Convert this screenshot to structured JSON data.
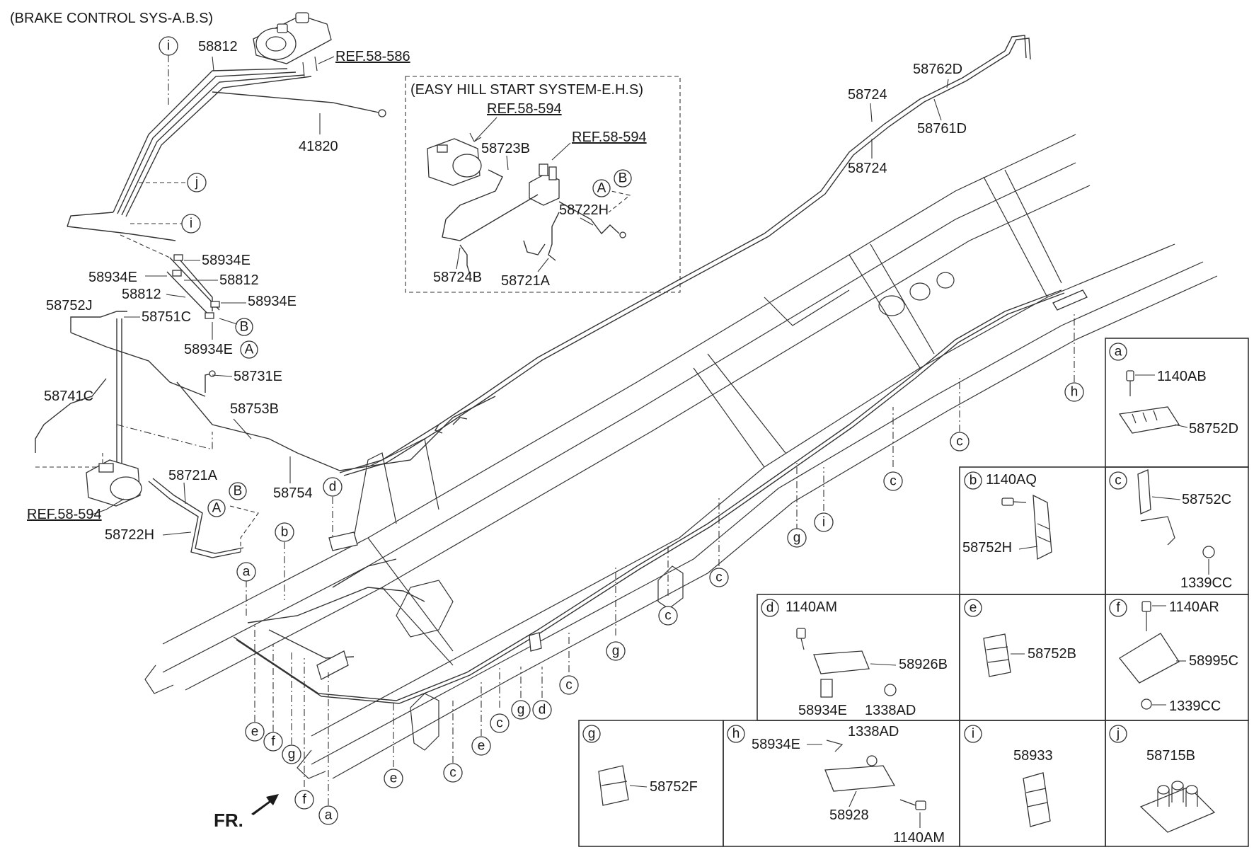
{
  "titles": {
    "abs": "(BRAKE CONTROL SYS-A.B.S)",
    "ehs": "(EASY HILL START SYSTEM-E.H.S)",
    "front": "FR."
  },
  "references": {
    "r58586": "REF.58-586",
    "r58594_a": "REF.58-594",
    "r58594_b": "REF.58-594",
    "r58594_c": "REF.58-594"
  },
  "parts": {
    "p58812_top": "58812",
    "p41820": "41820",
    "p58934E_1": "58934E",
    "p58934E_2": "58934E",
    "p58812_mid": "58812",
    "p58812_mid2": "58812",
    "p58934E_3": "58934E",
    "p58934E_4": "58934E",
    "p58752J": "58752J",
    "p58751C": "58751C",
    "p58741C": "58741C",
    "p58731E": "58731E",
    "p58753B": "58753B",
    "p58754": "58754",
    "p58721A_left": "58721A",
    "p58722H_left": "58722H",
    "p58723B": "58723B",
    "p58722H_ehs": "58722H",
    "p58724B": "58724B",
    "p58721A_ehs": "58721A",
    "p58762D": "58762D",
    "p58724_top": "58724",
    "p58761D": "58761D",
    "p58724_bot": "58724"
  },
  "callouts": [
    "i",
    "j",
    "i",
    "B",
    "A",
    "A",
    "B",
    "A",
    "B",
    "a",
    "b",
    "c",
    "d",
    "e",
    "f",
    "g",
    "h"
  ],
  "legend": {
    "a": {
      "letter": "a",
      "parts": [
        "1140AB",
        "58752D"
      ]
    },
    "b": {
      "letter": "b",
      "parts": [
        "1140AQ",
        "58752H"
      ]
    },
    "c": {
      "letter": "c",
      "parts": [
        "58752C",
        "1339CC"
      ]
    },
    "d": {
      "letter": "d",
      "parts": [
        "1140AM",
        "58926B",
        "58934E",
        "1338AD"
      ]
    },
    "e": {
      "letter": "e",
      "parts": [
        "58752B"
      ]
    },
    "f": {
      "letter": "f",
      "parts": [
        "1140AR",
        "58995C",
        "1339CC"
      ]
    },
    "g": {
      "letter": "g",
      "parts": [
        "58752F"
      ]
    },
    "h": {
      "letter": "h",
      "parts": [
        "58934E",
        "1338AD",
        "58928",
        "1140AM"
      ]
    },
    "i": {
      "letter": "i",
      "parts": [
        "58933"
      ]
    },
    "j": {
      "letter": "j",
      "parts": [
        "58715B"
      ]
    }
  }
}
